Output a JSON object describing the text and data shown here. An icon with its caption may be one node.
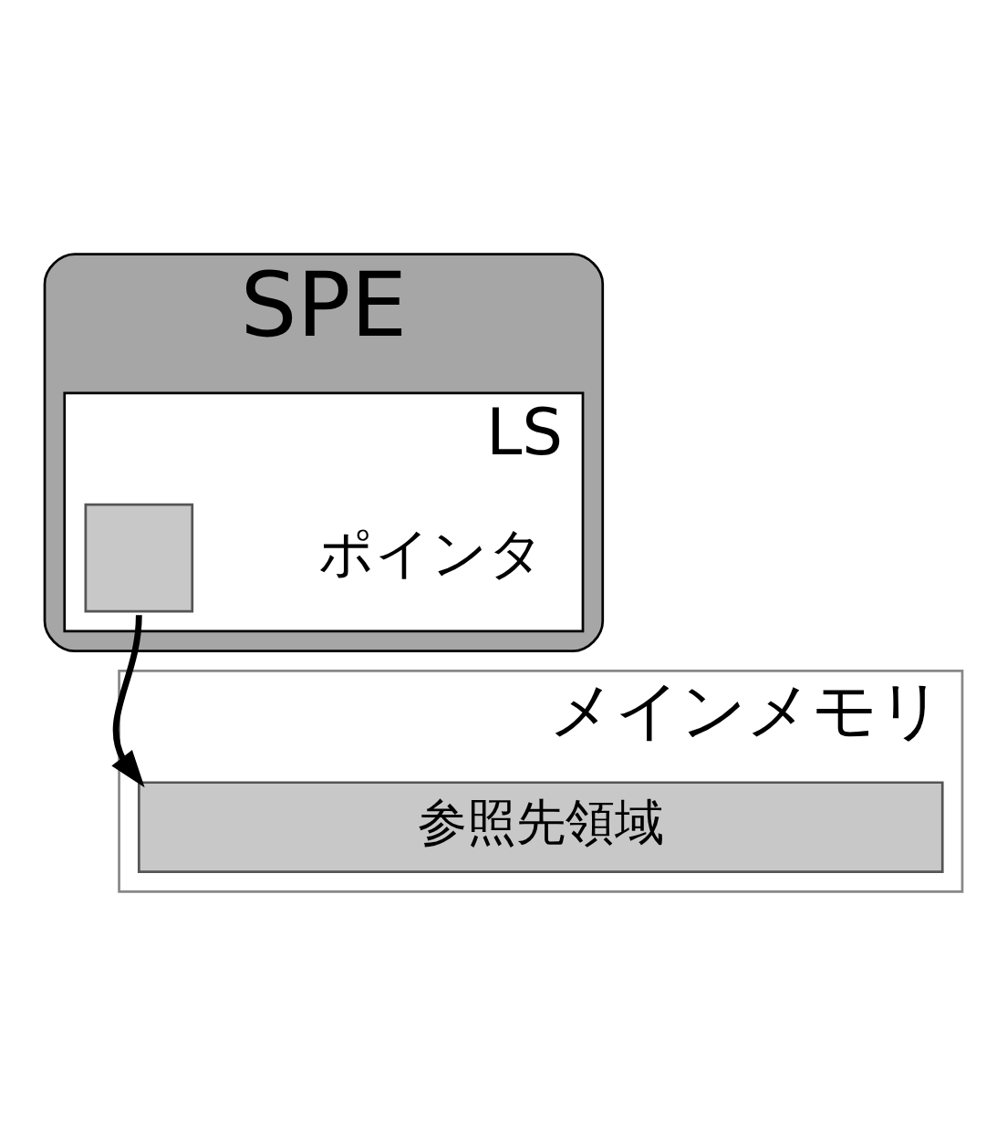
{
  "diagram": {
    "nodes": [
      {
        "text": [
          "SPE"
        ]
      },
      {
        "text": [
          "LS"
        ],
        "in": 0
      },
      {
        "text": [],
        "shape": "box",
        "in": 1,
        "beside": [
          "ポインタ"
        ]
      },
      {
        "text": [
          "メインメモリ"
        ]
      },
      {
        "text": [
          "参照先領域"
        ],
        "in": 3
      }
    ],
    "edges": [
      {
        "from": 2,
        "to": 4,
        "arrow": "to"
      }
    ]
  }
}
